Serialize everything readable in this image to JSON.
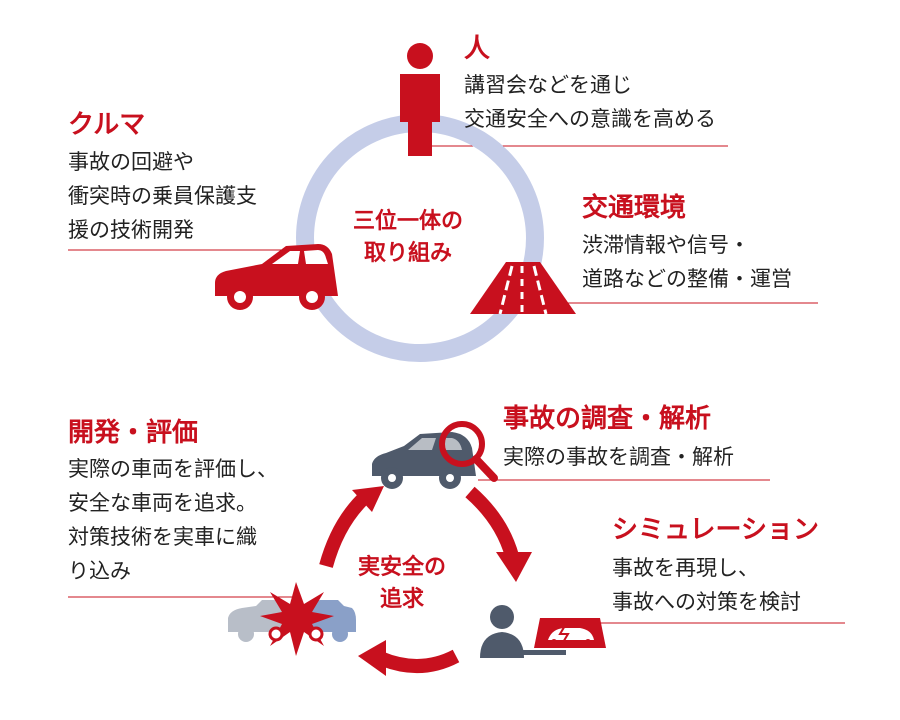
{
  "top": {
    "center_label": "三位一体の\n取り組み",
    "person": {
      "title": "人",
      "desc": "講習会などを通じ\n交通安全への意識を高める"
    },
    "car": {
      "title": "クルマ",
      "desc": "事故の回避や\n衝突時の乗員保護支\n援の技術開発"
    },
    "environment": {
      "title": "交通環境",
      "desc": "渋滞情報や信号・\n道路などの整備・運営"
    }
  },
  "bottom": {
    "center_label": "実安全の\n追求",
    "investigation": {
      "title": "事故の調査・解析",
      "desc": "実際の事故を調査・解析"
    },
    "simulation": {
      "title": "シミュレーション",
      "desc": "事故を再現し、\n事故への対策を検討"
    },
    "development": {
      "title": "開発・評価",
      "desc": "実際の車両を評価し、\n安全な車両を追求。\n対策技術を実車に織\nり込み"
    }
  },
  "colors": {
    "accent": "#c8101e",
    "ring": "#c5cde8",
    "slate": "#4f5a6b",
    "divider": "#c8101e"
  }
}
